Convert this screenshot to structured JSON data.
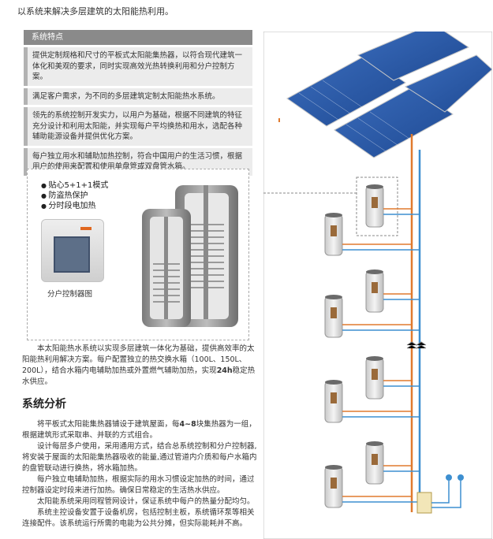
{
  "intro": "以系统来解决多层建筑的太阳能热利用。",
  "features": {
    "title": "系统特点",
    "items": [
      "提供定制规格和尺寸的平板式太阳能集热器，以符合现代建筑一体化和美观的要求，同时实现高效光热转换利用和分户控制方案。",
      "满足客户需求，为不同的多层建筑定制太阳能热水系统。",
      "领先的系统控制开发实力，以用户为基础，根据不同建筑的特征充分设计和利用太阳能，并实现每户平均换热和用水，选配各种辅助能源设备并提供优化方案。",
      "每户独立用水和辅助加热控制，符合中国用户的生活习惯，根据用户的使用来配置和使用单盘管或双盘管水箱。"
    ]
  },
  "product_panel": {
    "bullets": [
      "贴心5+1+1模式",
      "防盗热保护",
      "分时段电加热"
    ],
    "controller_caption": "分户控制器图"
  },
  "description": {
    "part1": "本太阳能热水系统以实现多层建筑一体化为基础，提供高效率的太阳能热利用解决方案。每户配置独立的热交换水箱（100L、150L、200L），结合水箱内电辅助加热或外置燃气辅助加热，实现",
    "bold": "24h",
    "part2": "稳定热水供应。"
  },
  "analysis": {
    "title": "系统分析",
    "p1_a": "将平板式太阳能集热器铺设于建筑屋面，每",
    "p1_b": "4~8",
    "p1_c": "块集热器为一组，根据建筑形式采取串、并联的方式组合。",
    "p2": "设计每层多户使用，采用通用方式，结合总系统控制和分户控制器,将安装于屋面的太阳能集热器吸收的能量,通过管道内介质和每户水箱内的盘管联动进行换热，将水箱加热。",
    "p3": "每户独立电辅助加热，根据实际的用水习惯设定加热的时间，通过控制器设定时段来进行加热。确保日常稳定的生活热水供应。",
    "p4": "太阳能系统采用同程管网设计，保证系统中每户的热量分配均匀。",
    "p5": "系统主控设备安置于设备机房，包括控制主板，系统循环泵等相关连接配件。该系统运行所需的电能为公共分摊，但实际能耗并不高。"
  },
  "colors": {
    "pipe_hot": "#e07a2e",
    "pipe_cold": "#3d8fd0",
    "panel": "#2c5aa8",
    "header": "#8a8a8a"
  }
}
